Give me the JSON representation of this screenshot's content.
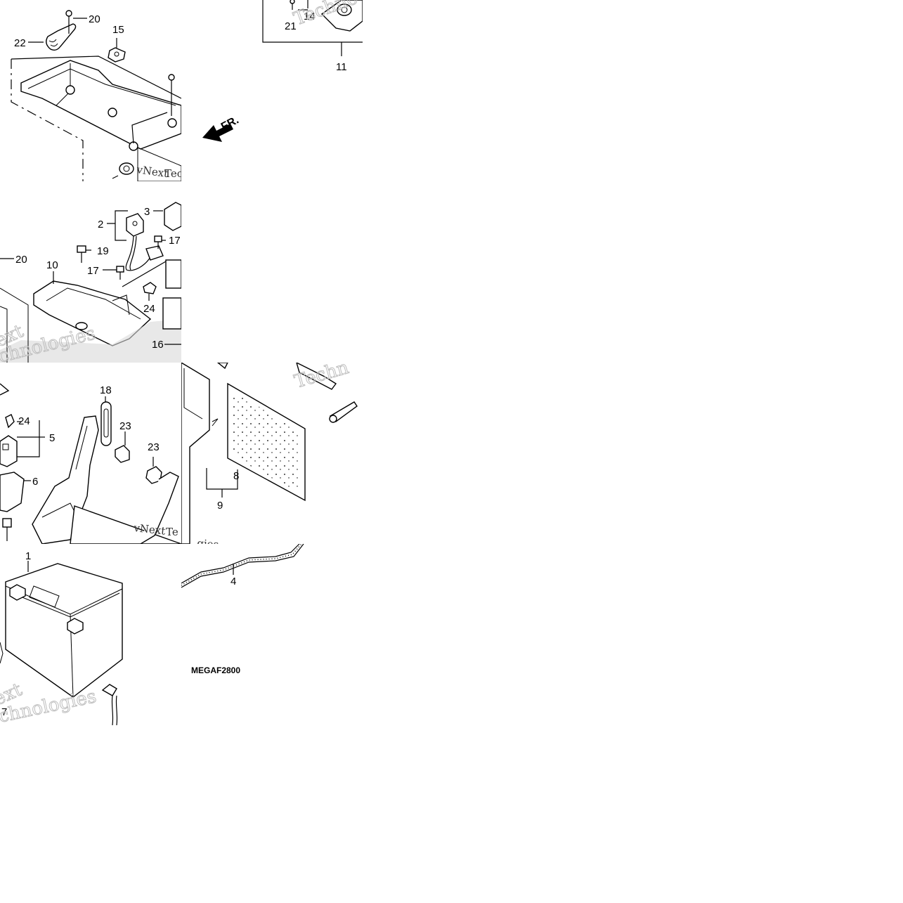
{
  "watermark": {
    "brand": "vNext",
    "word": "Technologies",
    "fragments": [
      "Tec",
      "ext",
      "chnologies",
      "gies",
      "Techno",
      "Techn",
      "Te"
    ]
  },
  "diagram": {
    "code": "MEGAF2800",
    "front_marker": "FR.",
    "callouts": {
      "c1": "1",
      "c2": "2",
      "c3": "3",
      "c4": "4",
      "c5": "5",
      "c6": "6",
      "c7": "7",
      "c8": "8",
      "c9": "9",
      "c10": "10",
      "c11": "11",
      "c14": "14",
      "c15": "15",
      "c16": "16",
      "c17a": "17",
      "c17b": "17",
      "c18": "18",
      "c19": "19",
      "c20a": "20",
      "c20b": "20",
      "c21": "21",
      "c22": "22",
      "c23a": "23",
      "c23b": "23",
      "c24a": "24",
      "c24b": "24"
    }
  }
}
